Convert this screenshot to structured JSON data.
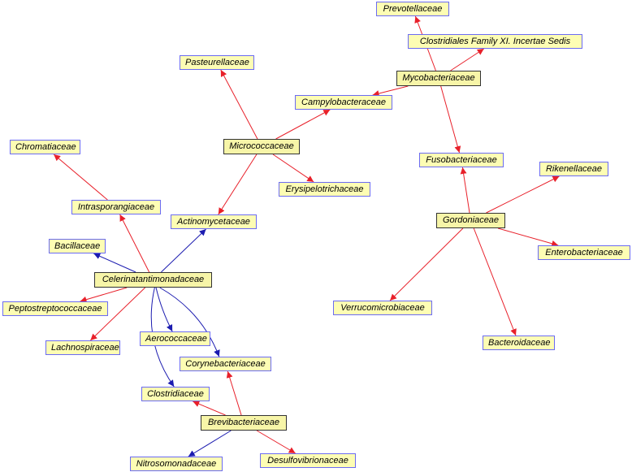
{
  "diagram": {
    "hubs": {
      "mycobacteriaceae": "Mycobacteriaceae",
      "micrococcaceae": "Micrococcaceae",
      "gordoniaceae": "Gordoniaceae",
      "celerinatantimonadaceae": "Celerinatantimonadaceae",
      "brevibacteriaceae": "Brevibacteriaceae"
    },
    "leaves": {
      "prevotellaceae": "Prevotellaceae",
      "clostridiales_xi": "Clostridiales Family XI. Incertae Sedis",
      "pasteurellaceae": "Pasteurellaceae",
      "campylobacteraceae": "Campylobacteraceae",
      "chromatiaceae": "Chromatiaceae",
      "fusobacteriaceae": "Fusobacteriaceae",
      "rikenellaceae": "Rikenellaceae",
      "erysipelotrichaceae": "Erysipelotrichaceae",
      "intrasporangiaceae": "Intrasporangiaceae",
      "actinomycetaceae": "Actinomycetaceae",
      "bacillaceae": "Bacillaceae",
      "enterobacteriaceae": "Enterobacteriaceae",
      "peptostreptococcaceae": "Peptostreptococcaceae",
      "verrucomicrobiaceae": "Verrucomicrobiaceae",
      "aerococcaceae": "Aerococcaceae",
      "lachnospiraceae": "Lachnospiraceae",
      "bacteroidaceae": "Bacteroidaceae",
      "corynebacteriaceae": "Corynebacteriaceae",
      "clostridiaceae": "Clostridiaceae",
      "nitrosomonadaceae": "Nitrosomonadaceae",
      "desulfovibrionaceae": "Desulfovibrionaceae"
    },
    "colors": {
      "red_edge": "#e8202a",
      "blue_edge": "#1c1cb0",
      "node_fill": "#fdfdb4",
      "leaf_border": "#6b6bf2",
      "hub_border": "#333333"
    },
    "edges": [
      {
        "from": "mycobacteriaceae",
        "to": "prevotellaceae",
        "color": "red"
      },
      {
        "from": "mycobacteriaceae",
        "to": "clostridiales_xi",
        "color": "red"
      },
      {
        "from": "mycobacteriaceae",
        "to": "campylobacteraceae",
        "color": "red"
      },
      {
        "from": "mycobacteriaceae",
        "to": "fusobacteriaceae",
        "color": "red"
      },
      {
        "from": "micrococcaceae",
        "to": "pasteurellaceae",
        "color": "red"
      },
      {
        "from": "micrococcaceae",
        "to": "campylobacteraceae",
        "color": "red"
      },
      {
        "from": "micrococcaceae",
        "to": "erysipelotrichaceae",
        "color": "red"
      },
      {
        "from": "micrococcaceae",
        "to": "actinomycetaceae",
        "color": "red"
      },
      {
        "from": "gordoniaceae",
        "to": "fusobacteriaceae",
        "color": "red"
      },
      {
        "from": "gordoniaceae",
        "to": "rikenellaceae",
        "color": "red"
      },
      {
        "from": "gordoniaceae",
        "to": "enterobacteriaceae",
        "color": "red"
      },
      {
        "from": "gordoniaceae",
        "to": "verrucomicrobiaceae",
        "color": "red"
      },
      {
        "from": "gordoniaceae",
        "to": "bacteroidaceae",
        "color": "red"
      },
      {
        "from": "intrasporangiaceae",
        "to": "chromatiaceae",
        "color": "red"
      },
      {
        "from": "celerinatantimonadaceae",
        "to": "intrasporangiaceae",
        "color": "red"
      },
      {
        "from": "celerinatantimonadaceae",
        "to": "actinomycetaceae",
        "color": "blue"
      },
      {
        "from": "celerinatantimonadaceae",
        "to": "bacillaceae",
        "color": "blue"
      },
      {
        "from": "celerinatantimonadaceae",
        "to": "peptostreptococcaceae",
        "color": "red"
      },
      {
        "from": "celerinatantimonadaceae",
        "to": "lachnospiraceae",
        "color": "red"
      },
      {
        "from": "celerinatantimonadaceae",
        "to": "aerococcaceae",
        "color": "blue"
      },
      {
        "from": "celerinatantimonadaceae",
        "to": "corynebacteriaceae",
        "color": "blue"
      },
      {
        "from": "celerinatantimonadaceae",
        "to": "clostridiaceae",
        "color": "blue"
      },
      {
        "from": "brevibacteriaceae",
        "to": "corynebacteriaceae",
        "color": "red"
      },
      {
        "from": "brevibacteriaceae",
        "to": "clostridiaceae",
        "color": "red"
      },
      {
        "from": "brevibacteriaceae",
        "to": "nitrosomonadaceae",
        "color": "blue"
      },
      {
        "from": "brevibacteriaceae",
        "to": "desulfovibrionaceae",
        "color": "red"
      }
    ]
  }
}
